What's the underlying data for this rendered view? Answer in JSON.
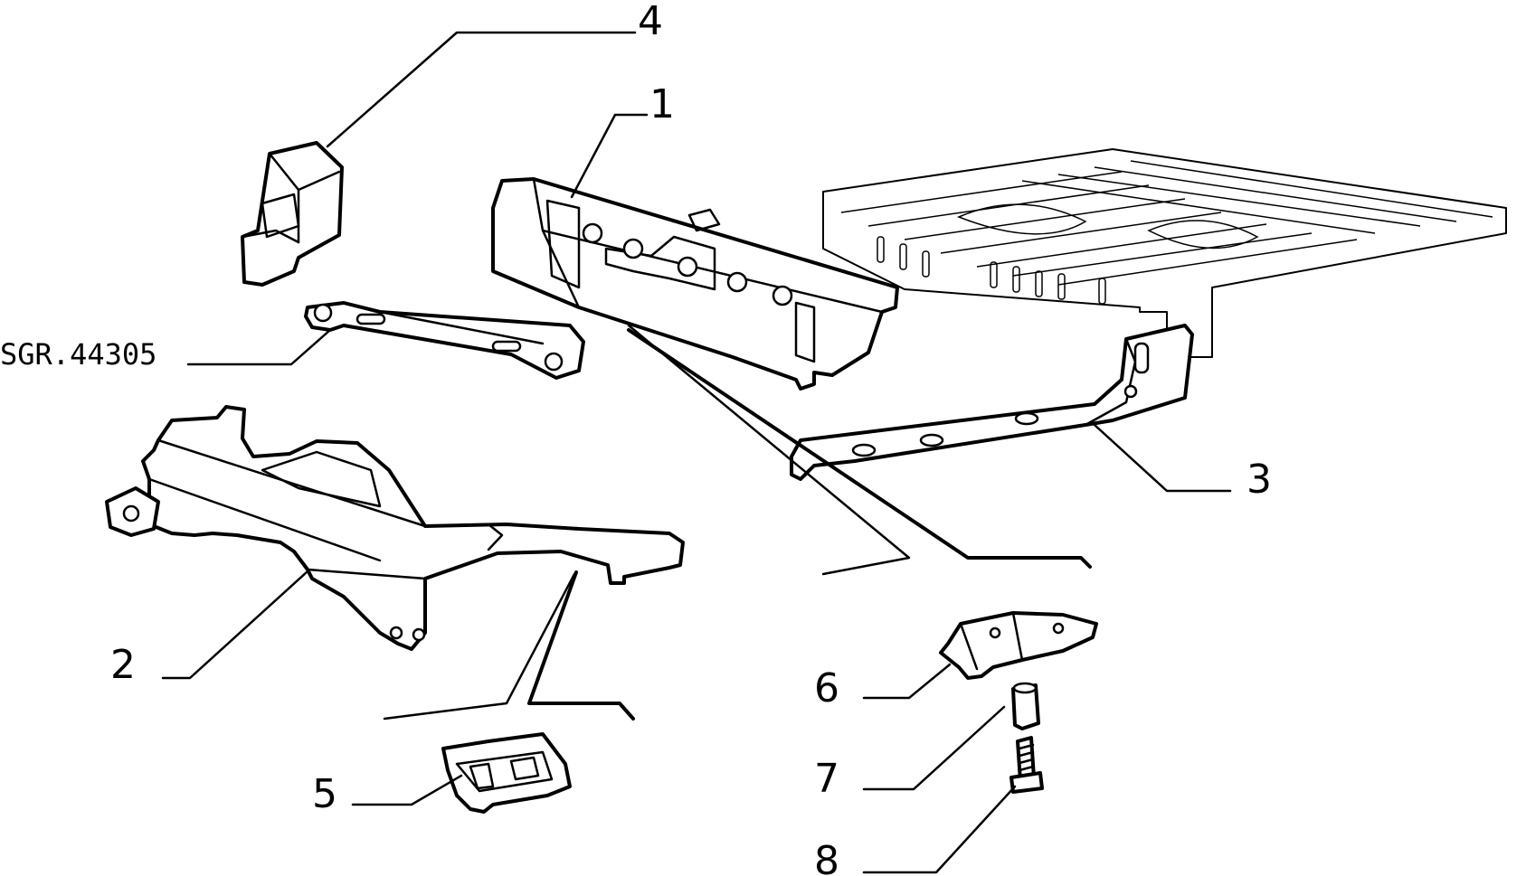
{
  "drawing": {
    "reference_code": "SGR.44305",
    "line_color": "#000000",
    "background": "#ffffff"
  },
  "callouts": [
    {
      "number": "1"
    },
    {
      "number": "2"
    },
    {
      "number": "3"
    },
    {
      "number": "4"
    },
    {
      "number": "5"
    },
    {
      "number": "6"
    },
    {
      "number": "7"
    },
    {
      "number": "8"
    }
  ]
}
